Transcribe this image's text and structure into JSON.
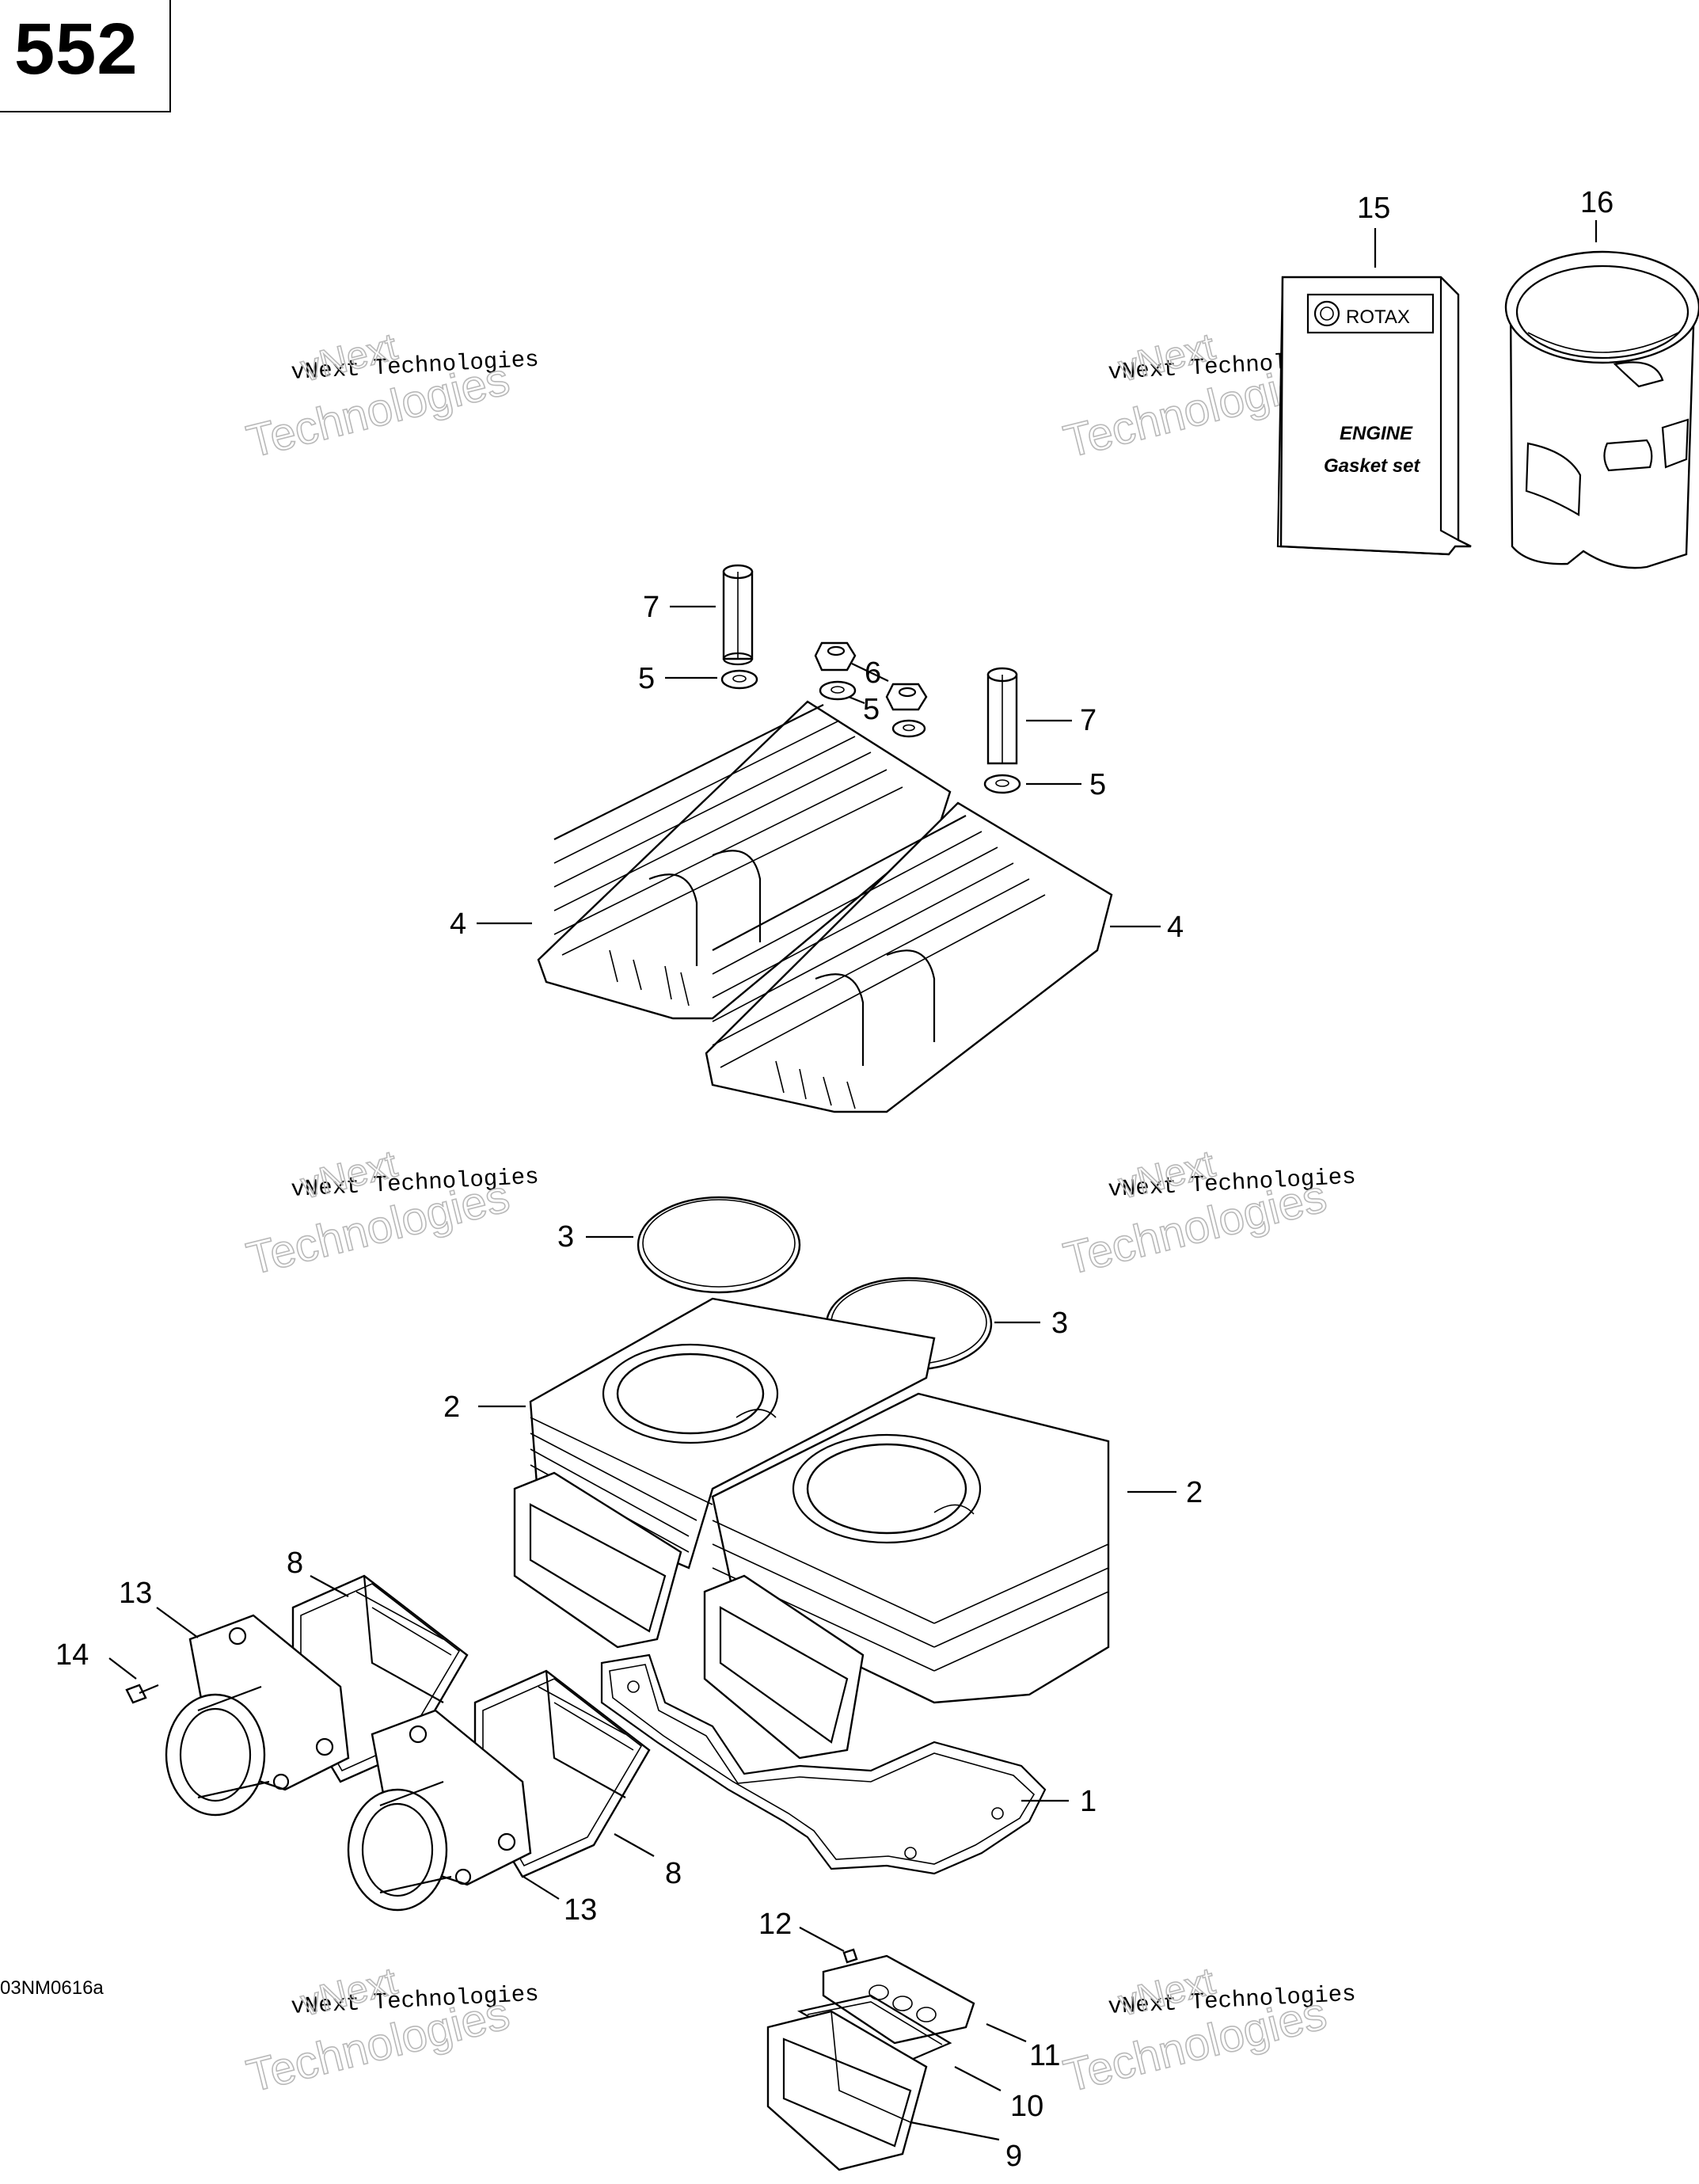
{
  "page_number": "552",
  "document_code": "03NM0616a",
  "watermark": {
    "line_a": "vNext Technologies",
    "line_b1": "vNext",
    "line_b2": "Technologies"
  },
  "gasket_set_booklet": {
    "brand": "ROTAX",
    "line1": "ENGINE",
    "line2": "Gasket  set"
  },
  "callouts": {
    "c1": "1",
    "c2a": "2",
    "c2b": "2",
    "c3a": "3",
    "c3b": "3",
    "c4a": "4",
    "c4b": "4",
    "c5a": "5",
    "c5b": "5",
    "c5c": "5",
    "c6": "6",
    "c7a": "7",
    "c7b": "7",
    "c8a": "8",
    "c8b": "8",
    "c9": "9",
    "c10": "10",
    "c11": "11",
    "c12": "12",
    "c13a": "13",
    "c13b": "13",
    "c14": "14",
    "c15": "15",
    "c16": "16"
  }
}
